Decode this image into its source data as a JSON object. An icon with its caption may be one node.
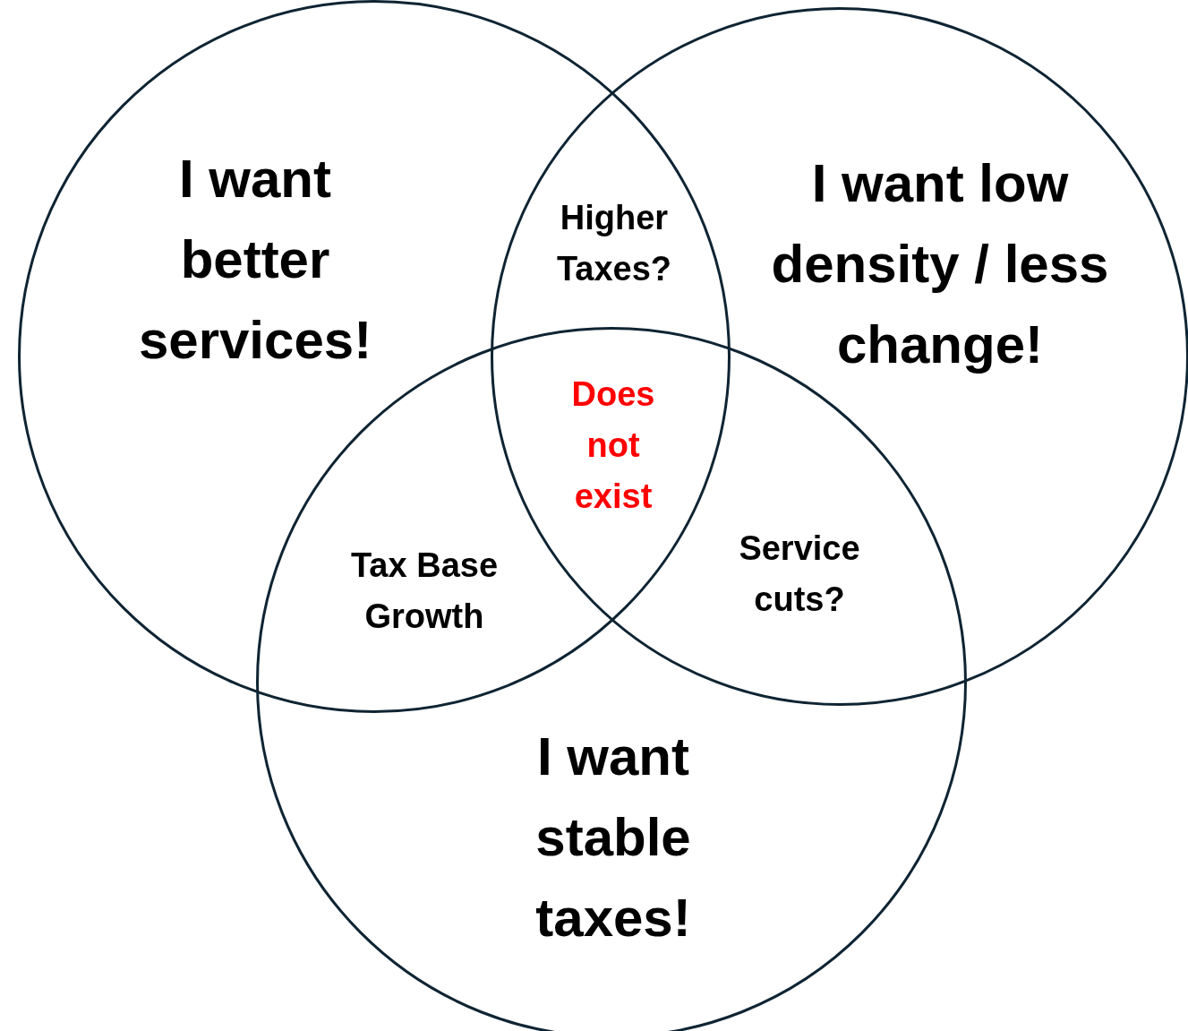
{
  "diagram": {
    "nodes": [
      {
        "text": [
          "I want better services!"
        ]
      },
      {
        "text": [
          "I want low density / less change!"
        ]
      },
      {
        "text": [
          "I want stable taxes!"
        ]
      }
    ],
    "labels": [
      "Higher Taxes?",
      "Does not exist",
      "Tax Base Growth",
      "Service cuts?"
    ]
  }
}
